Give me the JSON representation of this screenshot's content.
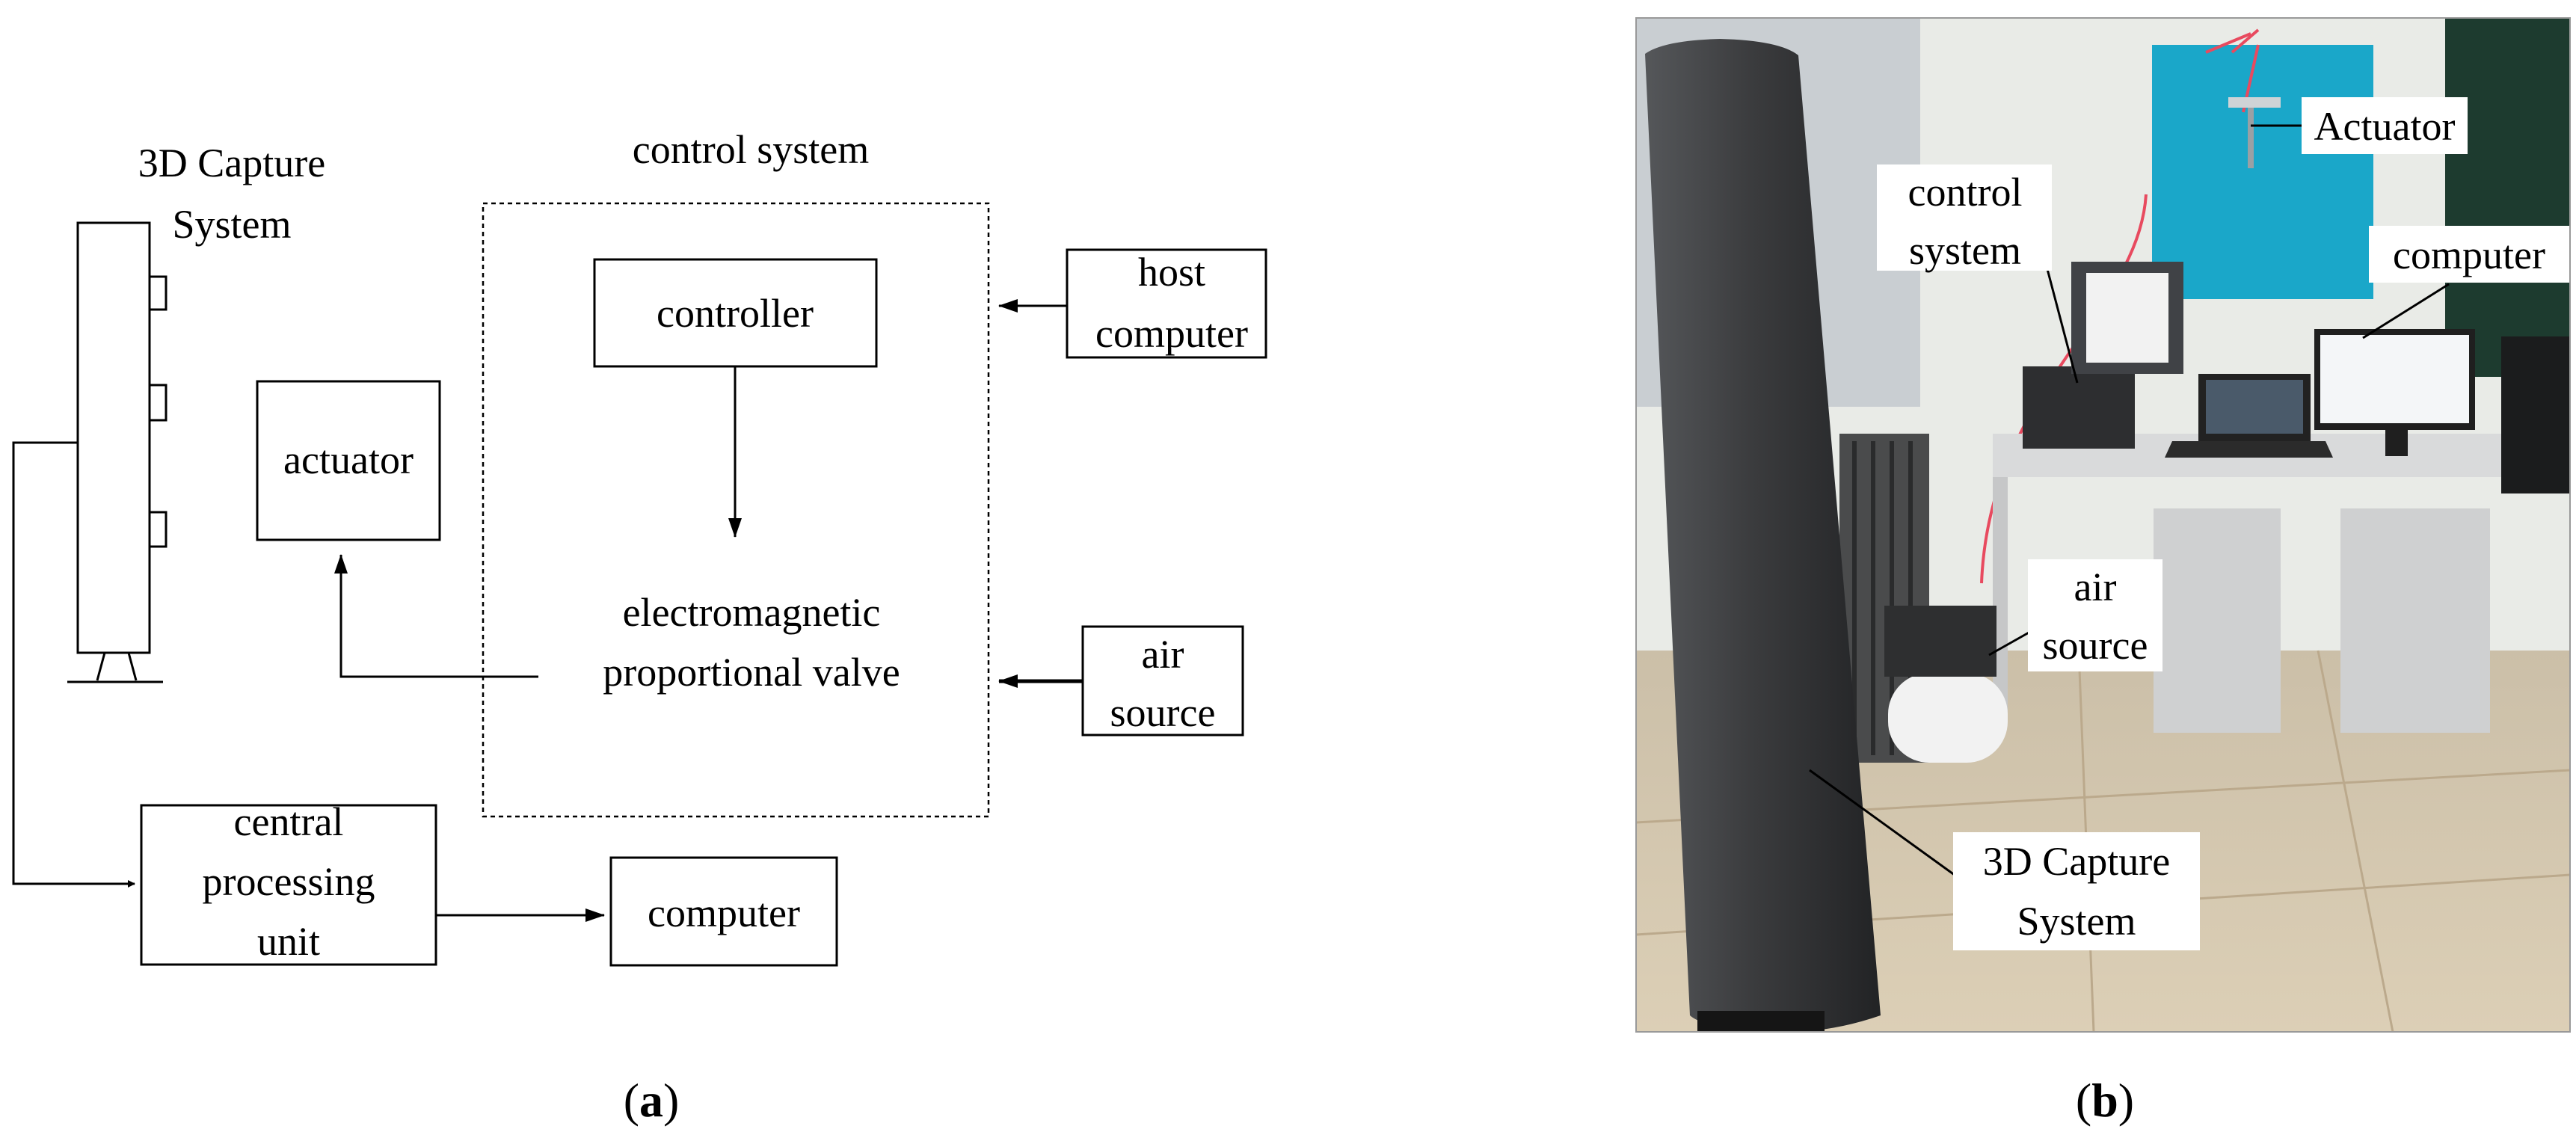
{
  "panel_a": {
    "capture_system": {
      "line1": "3D Capture",
      "line2": "System"
    },
    "control_system_title": "control system",
    "controller": "controller",
    "actuator": "actuator",
    "valve": {
      "line1": "electromagnetic",
      "line2": "proportional valve"
    },
    "host_computer": {
      "line1": "host",
      "line2": "computer"
    },
    "air_source": {
      "line1": "air",
      "line2": "source"
    },
    "cpu": {
      "line1": "central",
      "line2": "processing",
      "line3": "unit"
    },
    "computer": "computer",
    "caption_open": "(",
    "caption_letter": "a",
    "caption_close": ")"
  },
  "panel_b": {
    "labels": {
      "actuator": "Actuator",
      "control_system": {
        "line1": "control",
        "line2": "system"
      },
      "computer": "computer",
      "air_source": {
        "line1": "air",
        "line2": "source"
      },
      "capture_system": {
        "line1": "3D Capture",
        "line2": "System"
      }
    },
    "caption_open": "(",
    "caption_letter": "b",
    "caption_close": ")"
  },
  "colors": {
    "wall": "#e9ebe7",
    "floor": "#d2c4ac",
    "board": "#1d3b2f",
    "cyan_panel": "#1aa7c9",
    "column": "#3b3c3e",
    "desk": "#d9dadb"
  }
}
